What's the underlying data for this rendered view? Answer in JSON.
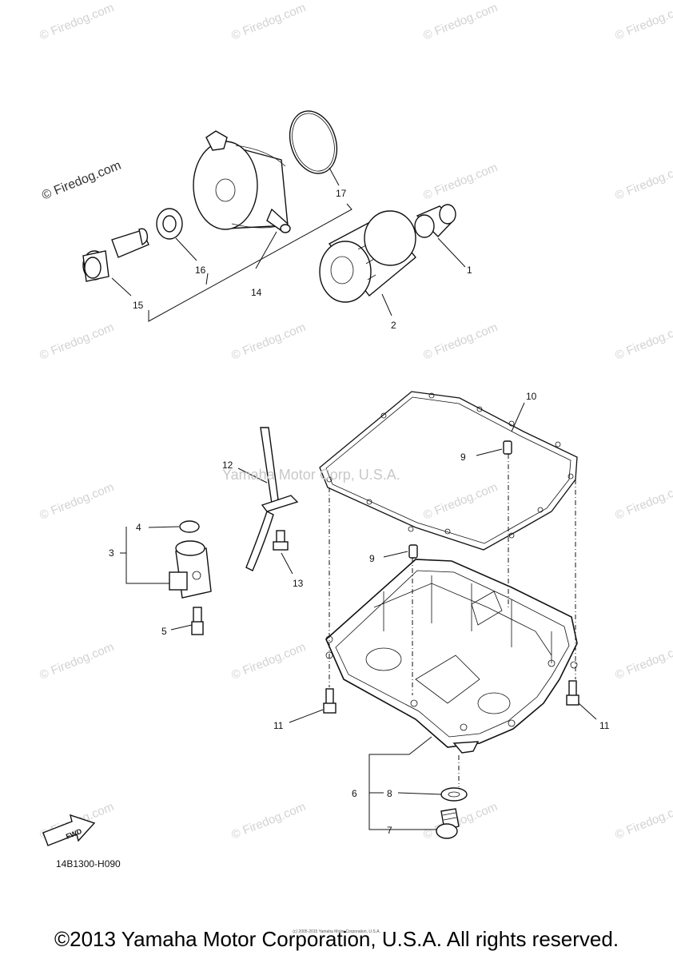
{
  "watermark": "© Firedog.com",
  "center_watermark": "Yamaha Motor Corp, U.S.A.",
  "diagram_code": "14B1300-H090",
  "copyright": "©2013 Yamaha Motor Corporation, U.S.A. All rights reserved.",
  "small_print": "(c) 2005-2015 Yamaha Motor Corporation, U.S.A.",
  "fwd_label": "FWD",
  "callouts": {
    "c1": "1",
    "c2": "2",
    "c3": "3",
    "c4": "4",
    "c5": "5",
    "c6": "6",
    "c7": "7",
    "c8": "8",
    "c9a": "9",
    "c9b": "9",
    "c10": "10",
    "c11a": "11",
    "c11b": "11",
    "c12": "12",
    "c13": "13",
    "c14": "14",
    "c15": "15",
    "c16": "16",
    "c17": "17"
  }
}
